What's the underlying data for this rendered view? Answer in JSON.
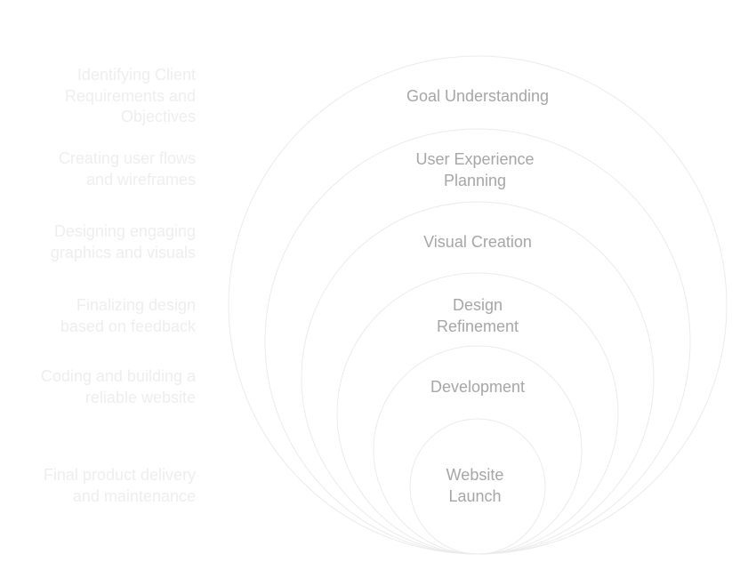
{
  "stages": [
    {
      "title": "Goal Understanding",
      "description": "Identifying Client Requirements and Objectives"
    },
    {
      "title": "User Experience Planning",
      "description": "Creating user flows and wireframes"
    },
    {
      "title": "Visual Creation",
      "description": "Designing engaging graphics and visuals"
    },
    {
      "title": "Design Refinement",
      "description": "Finalizing design based on feedback"
    },
    {
      "title": "Development",
      "description": "Coding and building a reliable website"
    },
    {
      "title": "Website Launch",
      "description": "Final product delivery and maintenance"
    }
  ],
  "colors": {
    "ring": "#ebebeb",
    "stage_text": "#a6a6a6",
    "description_text": "#eeeeee"
  }
}
